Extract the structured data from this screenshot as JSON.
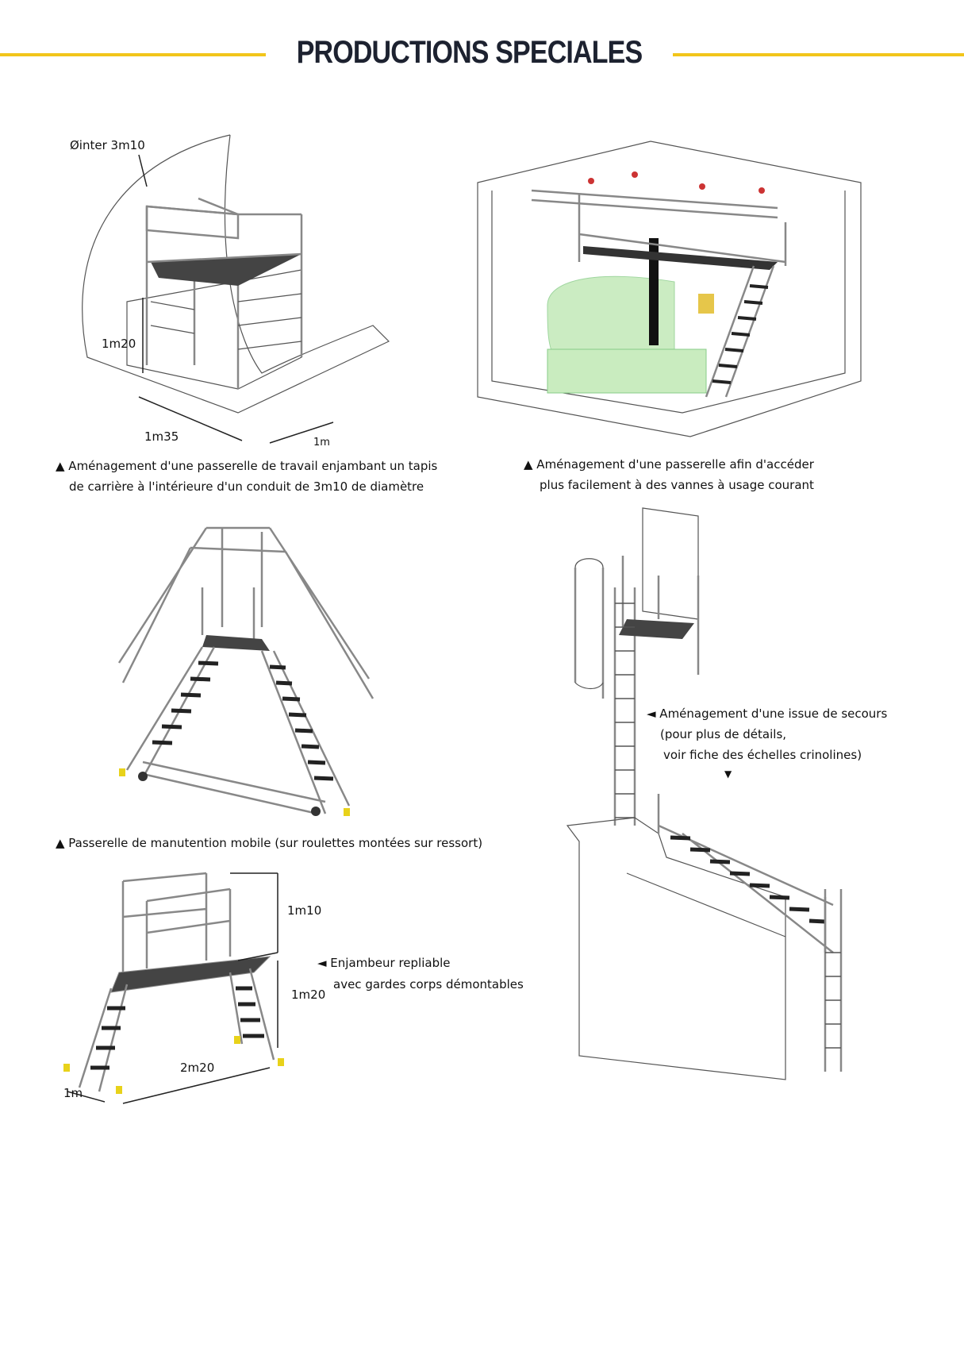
{
  "header": {
    "title": "PRODUCTIONS SPECIALES",
    "accent_color": "#f2c51a"
  },
  "figures": [
    {
      "id": "passerelle-tapis",
      "dimensions": {
        "diameter": "Øinter 3m10",
        "height": "1m20",
        "length": "1m35",
        "width": "1m"
      },
      "caption": [
        "▲ Aménagement d'une passerelle de travail enjambant un tapis",
        "de carrière à l'intérieure d'un conduit de 3m10 de diamètre"
      ]
    },
    {
      "id": "passerelle-vannes",
      "caption": [
        "▲ Aménagement d'une passerelle afin d'accéder",
        "plus facilement à des vannes à usage courant"
      ]
    },
    {
      "id": "passerelle-mobile",
      "caption": [
        "▲ Passerelle de manutention mobile (sur roulettes montées sur ressort)"
      ]
    },
    {
      "id": "issue-secours",
      "caption": [
        "◄ Aménagement d'une issue de secours",
        "(pour plus de détails,",
        "voir fiche des échelles crinolines)",
        "▼"
      ]
    },
    {
      "id": "enjambeur",
      "dimensions": {
        "guard_height": "1m10",
        "height": "1m20",
        "length": "2m20",
        "width": "1m"
      },
      "caption": [
        "◄ Enjambeur repliable",
        "avec gardes corps démontables"
      ]
    }
  ]
}
